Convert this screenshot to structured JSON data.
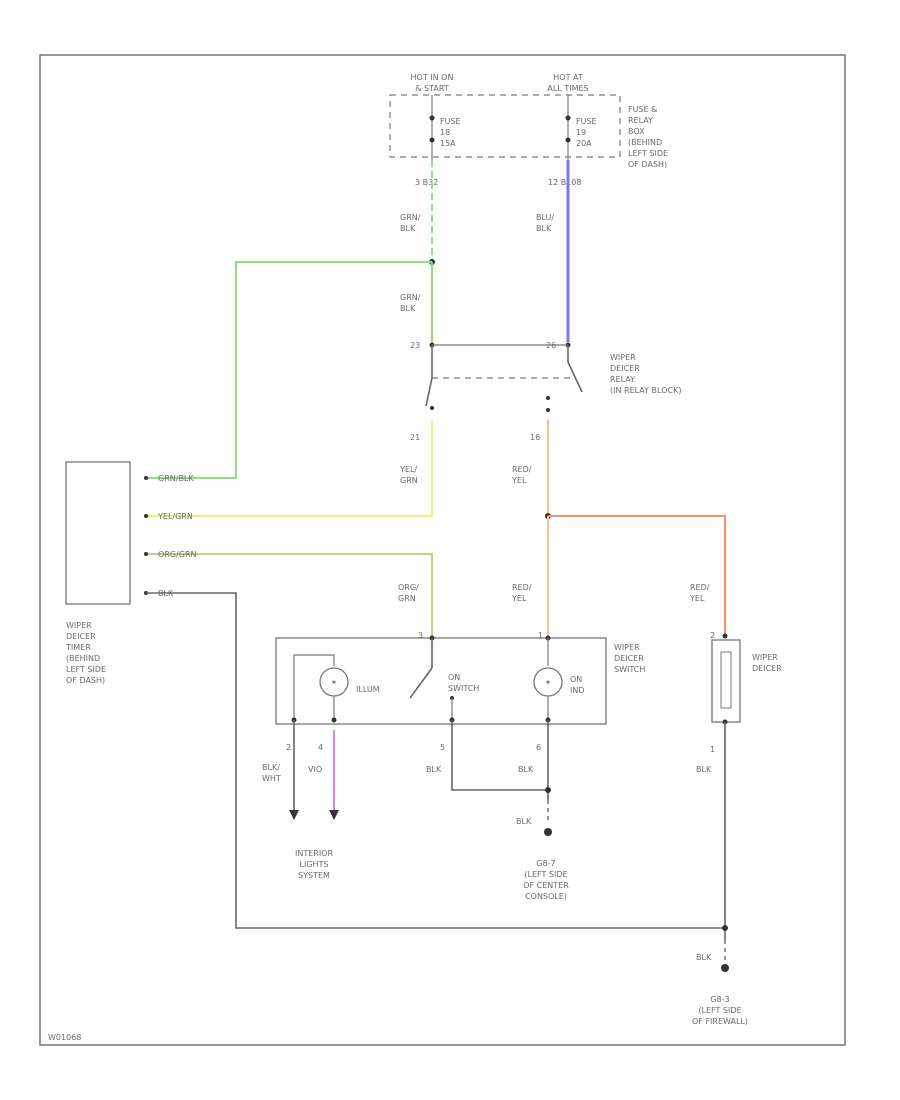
{
  "top_sources": {
    "left_1": "HOT IN ON",
    "left_2": "& START",
    "right_1": "HOT AT",
    "right_2": "ALL TIMES"
  },
  "fuses": {
    "left_1": "FUSE",
    "left_2": "18",
    "left_3": "15A",
    "right_1": "FUSE",
    "right_2": "19",
    "right_3": "20A"
  },
  "fuse_box_label": [
    "FUSE &",
    "RELAY",
    "BOX",
    "(BEHIND",
    "LEFT SIDE",
    "OF DASH)"
  ],
  "connectors": {
    "fuse_left": "3  B32",
    "fuse_right": "12  B108",
    "relay_left": "23",
    "relay_right": "26",
    "relay_out_left": "21",
    "relay_out_right": "16",
    "switch_in_left": "3",
    "switch_in_right": "1",
    "switch_out_1": "2",
    "switch_out_2": "4",
    "switch_out_3": "5",
    "switch_out_4": "6",
    "deicer_in": "2",
    "deicer_out": "1"
  },
  "wire_colors": {
    "grn_blk_1": [
      "GRN/",
      "BLK"
    ],
    "blu_blk": [
      "BLU/",
      "BLK"
    ],
    "grn_blk_2": [
      "GRN/",
      "BLK"
    ],
    "yel_grn": [
      "YEL/",
      "GRN"
    ],
    "red_yel_1": [
      "RED/",
      "YEL"
    ],
    "org_grn": [
      "ORG/",
      "GRN"
    ],
    "red_yel_2": [
      "RED/",
      "YEL"
    ],
    "red_yel_3": [
      "RED/",
      "YEL"
    ],
    "blk_wht": [
      "BLK/",
      "WHT"
    ],
    "vio": "VIO",
    "blk_a": "BLK",
    "blk_b": "BLK",
    "blk_c": "BLK",
    "blk_d": "BLK",
    "blk_e": "BLK"
  },
  "relay_label": [
    "WIPER",
    "DEICER",
    "RELAY",
    "(IN RELAY BLOCK)"
  ],
  "timer_label": [
    "WIPER",
    "DEICER",
    "TIMER",
    "(BEHIND",
    "LEFT SIDE",
    "OF DASH)"
  ],
  "timer_pins": {
    "p1": "GRN/BLK",
    "p2": "YEL/GRN",
    "p3": "ORG/GRN",
    "p4": "BLK"
  },
  "switch_label": [
    "WIPER",
    "DEICER",
    "SWITCH"
  ],
  "switch_parts": {
    "illum": "ILLUM",
    "on_switch_1": "ON",
    "on_switch_2": "SWITCH",
    "on_ind_1": "ON",
    "on_ind_2": "IND"
  },
  "deicer_label": [
    "WIPER",
    "DEICER"
  ],
  "interior_label": [
    "INTERIOR",
    "LIGHTS",
    "SYSTEM"
  ],
  "ground_g_label": [
    "G8-7",
    "(LEFT SIDE",
    "OF CENTER",
    "CONSOLE)"
  ],
  "ground_h_label": [
    "G8-3",
    "(LEFT SIDE",
    "OF FIREWALL)"
  ],
  "footer_code": "W01068",
  "colors": {
    "grn_blk": "#8fe07a",
    "blu_blk": "#7a7ae0",
    "yel_grn": "#eef07a",
    "red_yel": "#f7c08a",
    "red_yel_branch": "#f3936a",
    "org_grn": "#c4d27a",
    "vio": "#e87ae8",
    "blk": "#666666"
  }
}
